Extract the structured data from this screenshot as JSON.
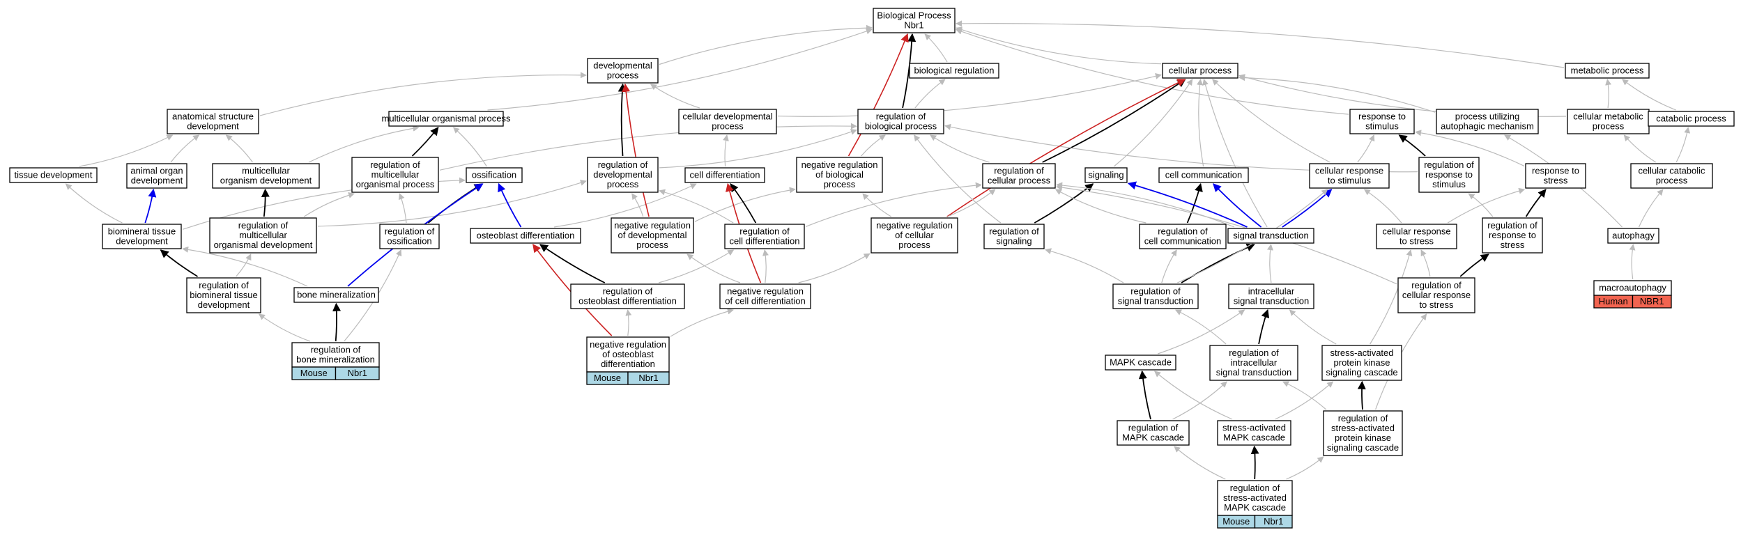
{
  "diagram": {
    "colors": {
      "is_a": "#bbbbbb",
      "part_of": "#000000",
      "regulates": "#000000",
      "positively_regulates": "#0000ee",
      "negatively_regulates": "#cc2222",
      "mouse_tag": "#add8e6",
      "human_tag": "#f26450"
    },
    "nodes": [
      {
        "id": "bp",
        "lines": [
          "Biological Process",
          "Nbr1"
        ]
      },
      {
        "id": "devproc",
        "lines": [
          "developmental",
          "process"
        ]
      },
      {
        "id": "bioreg",
        "lines": [
          "biological regulation"
        ]
      },
      {
        "id": "cellproc",
        "lines": [
          "cellular process"
        ]
      },
      {
        "id": "metab",
        "lines": [
          "metabolic process"
        ]
      },
      {
        "id": "anatdev",
        "lines": [
          "anatomical structure",
          "development"
        ]
      },
      {
        "id": "multiorg",
        "lines": [
          "multicellular organismal process"
        ]
      },
      {
        "id": "celldev",
        "lines": [
          "cellular developmental",
          "process"
        ]
      },
      {
        "id": "regbio",
        "lines": [
          "regulation of",
          "biological process"
        ]
      },
      {
        "id": "respstim",
        "lines": [
          "response to",
          "stimulus"
        ]
      },
      {
        "id": "autophmech",
        "lines": [
          "process utilizing",
          "autophagic mechanism"
        ]
      },
      {
        "id": "cellmetab",
        "lines": [
          "cellular metabolic",
          "process"
        ]
      },
      {
        "id": "catab",
        "lines": [
          "catabolic process"
        ]
      },
      {
        "id": "tissuedev",
        "lines": [
          "tissue development"
        ]
      },
      {
        "id": "animalorg",
        "lines": [
          "animal organ",
          "development"
        ]
      },
      {
        "id": "multiorgdev",
        "lines": [
          "multicellular",
          "organism development"
        ]
      },
      {
        "id": "regmultiproc",
        "lines": [
          "regulation of",
          "multicellular",
          "organismal process"
        ]
      },
      {
        "id": "ossif",
        "lines": [
          "ossification"
        ]
      },
      {
        "id": "regdev",
        "lines": [
          "regulation of",
          "developmental",
          "process"
        ]
      },
      {
        "id": "celldiff",
        "lines": [
          "cell differentiation"
        ]
      },
      {
        "id": "negregbio",
        "lines": [
          "negative regulation",
          "of biological",
          "process"
        ]
      },
      {
        "id": "regcell",
        "lines": [
          "regulation of",
          "cellular process"
        ]
      },
      {
        "id": "signaling",
        "lines": [
          "signaling"
        ]
      },
      {
        "id": "cellcomm",
        "lines": [
          "cell communication"
        ]
      },
      {
        "id": "cellrespstim",
        "lines": [
          "cellular response",
          "to stimulus"
        ]
      },
      {
        "id": "regrespstim",
        "lines": [
          "regulation of",
          "response to",
          "stimulus"
        ]
      },
      {
        "id": "respstress",
        "lines": [
          "response to",
          "stress"
        ]
      },
      {
        "id": "cellcatab",
        "lines": [
          "cellular catabolic",
          "process"
        ]
      },
      {
        "id": "biomin",
        "lines": [
          "biomineral tissue",
          "development"
        ]
      },
      {
        "id": "regmultidev",
        "lines": [
          "regulation of",
          "multicellular",
          "organismal development"
        ]
      },
      {
        "id": "regossif",
        "lines": [
          "regulation of",
          "ossification"
        ]
      },
      {
        "id": "osteodiff",
        "lines": [
          "osteoblast differentiation"
        ]
      },
      {
        "id": "negregdev",
        "lines": [
          "negative regulation",
          "of developmental",
          "process"
        ]
      },
      {
        "id": "regcelldiff",
        "lines": [
          "regulation of",
          "cell differentiation"
        ]
      },
      {
        "id": "negregcell",
        "lines": [
          "negative regulation",
          "of cellular",
          "process"
        ]
      },
      {
        "id": "regsig",
        "lines": [
          "regulation of",
          "signaling"
        ]
      },
      {
        "id": "regcellcomm",
        "lines": [
          "regulation of",
          "cell communication"
        ]
      },
      {
        "id": "sigtrans",
        "lines": [
          "signal transduction"
        ]
      },
      {
        "id": "cellrespstress",
        "lines": [
          "cellular response",
          "to stress"
        ]
      },
      {
        "id": "regrespstress",
        "lines": [
          "regulation of",
          "response to",
          "stress"
        ]
      },
      {
        "id": "autophagy",
        "lines": [
          "autophagy"
        ]
      },
      {
        "id": "regbiomin",
        "lines": [
          "regulation of",
          "biomineral tissue",
          "development"
        ]
      },
      {
        "id": "bonemin",
        "lines": [
          "bone mineralization"
        ]
      },
      {
        "id": "regosteodiff",
        "lines": [
          "regulation of",
          "osteoblast differentiation"
        ]
      },
      {
        "id": "negregcelldiff",
        "lines": [
          "negative regulation",
          "of cell differentiation"
        ]
      },
      {
        "id": "regsigtrans",
        "lines": [
          "regulation of",
          "signal transduction"
        ]
      },
      {
        "id": "intrasig",
        "lines": [
          "intracellular",
          "signal transduction"
        ]
      },
      {
        "id": "regcellrespstress",
        "lines": [
          "regulation of",
          "cellular response",
          "to stress"
        ]
      },
      {
        "id": "macroaut",
        "lines": [
          "macroautophagy"
        ],
        "tags": [
          {
            "label": "Human",
            "color": "#f26450"
          },
          {
            "label": "NBR1",
            "color": "#f26450"
          }
        ]
      },
      {
        "id": "regbonemin",
        "lines": [
          "regulation of",
          "bone mineralization"
        ],
        "tags": [
          {
            "label": "Mouse",
            "color": "#add8e6"
          },
          {
            "label": "Nbr1",
            "color": "#add8e6"
          }
        ]
      },
      {
        "id": "negregosteo",
        "lines": [
          "negative regulation",
          "of osteoblast",
          "differentiation"
        ],
        "tags": [
          {
            "label": "Mouse",
            "color": "#add8e6"
          },
          {
            "label": "Nbr1",
            "color": "#add8e6"
          }
        ]
      },
      {
        "id": "mapk",
        "lines": [
          "MAPK cascade"
        ]
      },
      {
        "id": "regintrasig",
        "lines": [
          "regulation of",
          "intracellular",
          "signal transduction"
        ]
      },
      {
        "id": "sapk",
        "lines": [
          "stress-activated",
          "protein kinase",
          "signaling cascade"
        ]
      },
      {
        "id": "regmapk",
        "lines": [
          "regulation of",
          "MAPK cascade"
        ]
      },
      {
        "id": "samapk",
        "lines": [
          "stress-activated",
          "MAPK cascade"
        ]
      },
      {
        "id": "regsapk",
        "lines": [
          "regulation of",
          "stress-activated",
          "protein kinase",
          "signaling cascade"
        ]
      },
      {
        "id": "regsamapk",
        "lines": [
          "regulation of",
          "stress-activated",
          "MAPK cascade"
        ],
        "tags": [
          {
            "label": "Mouse",
            "color": "#add8e6"
          },
          {
            "label": "Nbr1",
            "color": "#add8e6"
          }
        ]
      }
    ],
    "edges": [
      [
        "devproc",
        "bp",
        "is_a"
      ],
      [
        "bioreg",
        "bp",
        "is_a"
      ],
      [
        "cellproc",
        "bp",
        "is_a"
      ],
      [
        "metab",
        "bp",
        "is_a"
      ],
      [
        "anatdev",
        "devproc",
        "is_a"
      ],
      [
        "multiorg",
        "bp",
        "is_a"
      ],
      [
        "celldev",
        "devproc",
        "is_a"
      ],
      [
        "celldev",
        "cellproc",
        "is_a"
      ],
      [
        "regbio",
        "bioreg",
        "is_a"
      ],
      [
        "regbio",
        "bp",
        "regulates"
      ],
      [
        "respstim",
        "bp",
        "is_a"
      ],
      [
        "autophmech",
        "cellproc",
        "is_a"
      ],
      [
        "cellmetab",
        "cellproc",
        "is_a"
      ],
      [
        "cellmetab",
        "metab",
        "is_a"
      ],
      [
        "catab",
        "metab",
        "is_a"
      ],
      [
        "tissuedev",
        "anatdev",
        "is_a"
      ],
      [
        "animalorg",
        "anatdev",
        "is_a"
      ],
      [
        "multiorgdev",
        "anatdev",
        "is_a"
      ],
      [
        "multiorgdev",
        "multiorg",
        "is_a"
      ],
      [
        "regmultiproc",
        "multiorg",
        "regulates"
      ],
      [
        "regmultiproc",
        "regbio",
        "is_a"
      ],
      [
        "ossif",
        "multiorg",
        "is_a"
      ],
      [
        "regdev",
        "devproc",
        "regulates"
      ],
      [
        "regdev",
        "regbio",
        "is_a"
      ],
      [
        "celldiff",
        "celldev",
        "is_a"
      ],
      [
        "negregbio",
        "bp",
        "negatively_regulates"
      ],
      [
        "negregbio",
        "regbio",
        "is_a"
      ],
      [
        "regcell",
        "cellproc",
        "regulates"
      ],
      [
        "regcell",
        "regbio",
        "is_a"
      ],
      [
        "signaling",
        "cellproc",
        "is_a"
      ],
      [
        "cellcomm",
        "cellproc",
        "is_a"
      ],
      [
        "cellrespstim",
        "respstim",
        "is_a"
      ],
      [
        "cellrespstim",
        "cellproc",
        "is_a"
      ],
      [
        "regrespstim",
        "respstim",
        "regulates"
      ],
      [
        "regrespstim",
        "regbio",
        "is_a"
      ],
      [
        "respstress",
        "respstim",
        "is_a"
      ],
      [
        "cellcatab",
        "cellmetab",
        "is_a"
      ],
      [
        "cellcatab",
        "catab",
        "is_a"
      ],
      [
        "biomin",
        "tissuedev",
        "is_a"
      ],
      [
        "biomin",
        "animalorg",
        "positively_regulates"
      ],
      [
        "biomin",
        "ossif",
        "is_a"
      ],
      [
        "regmultidev",
        "multiorgdev",
        "regulates"
      ],
      [
        "regmultidev",
        "regmultiproc",
        "is_a"
      ],
      [
        "regmultidev",
        "regdev",
        "is_a"
      ],
      [
        "regossif",
        "ossif",
        "regulates"
      ],
      [
        "regossif",
        "regmultiproc",
        "is_a"
      ],
      [
        "osteodiff",
        "ossif",
        "positively_regulates"
      ],
      [
        "osteodiff",
        "celldiff",
        "is_a"
      ],
      [
        "negregdev",
        "devproc",
        "negatively_regulates"
      ],
      [
        "negregdev",
        "regdev",
        "is_a"
      ],
      [
        "negregdev",
        "negregbio",
        "is_a"
      ],
      [
        "regcelldiff",
        "celldiff",
        "regulates"
      ],
      [
        "regcelldiff",
        "regcell",
        "is_a"
      ],
      [
        "regcelldiff",
        "regdev",
        "is_a"
      ],
      [
        "negregcell",
        "cellproc",
        "negatively_regulates"
      ],
      [
        "negregcell",
        "regcell",
        "is_a"
      ],
      [
        "negregcell",
        "negregbio",
        "is_a"
      ],
      [
        "regsig",
        "signaling",
        "regulates"
      ],
      [
        "regsig",
        "regbio",
        "is_a"
      ],
      [
        "regcellcomm",
        "cellcomm",
        "regulates"
      ],
      [
        "regcellcomm",
        "regcell",
        "is_a"
      ],
      [
        "sigtrans",
        "signaling",
        "positively_regulates"
      ],
      [
        "sigtrans",
        "cellcomm",
        "positively_regulates"
      ],
      [
        "sigtrans",
        "cellrespstim",
        "positively_regulates"
      ],
      [
        "sigtrans",
        "cellproc",
        "is_a"
      ],
      [
        "sigtrans",
        "regcell",
        "is_a"
      ],
      [
        "cellrespstress",
        "respstress",
        "is_a"
      ],
      [
        "cellrespstress",
        "cellrespstim",
        "is_a"
      ],
      [
        "regrespstress",
        "respstress",
        "regulates"
      ],
      [
        "regrespstress",
        "regrespstim",
        "is_a"
      ],
      [
        "autophagy",
        "cellcatab",
        "is_a"
      ],
      [
        "autophagy",
        "autophmech",
        "is_a"
      ],
      [
        "regbiomin",
        "biomin",
        "regulates"
      ],
      [
        "regbiomin",
        "regmultidev",
        "is_a"
      ],
      [
        "bonemin",
        "ossif",
        "positively_regulates"
      ],
      [
        "bonemin",
        "biomin",
        "is_a"
      ],
      [
        "regosteodiff",
        "osteodiff",
        "regulates"
      ],
      [
        "regosteodiff",
        "regcelldiff",
        "is_a"
      ],
      [
        "negregcelldiff",
        "celldiff",
        "negatively_regulates"
      ],
      [
        "negregcelldiff",
        "regcelldiff",
        "is_a"
      ],
      [
        "negregcelldiff",
        "negregdev",
        "is_a"
      ],
      [
        "negregcelldiff",
        "negregcell",
        "is_a"
      ],
      [
        "regsigtrans",
        "sigtrans",
        "regulates"
      ],
      [
        "regsigtrans",
        "regsig",
        "is_a"
      ],
      [
        "regsigtrans",
        "regcellcomm",
        "is_a"
      ],
      [
        "regsigtrans",
        "cellrespstim",
        "is_a"
      ],
      [
        "intrasig",
        "sigtrans",
        "is_a"
      ],
      [
        "regcellrespstress",
        "cellrespstress",
        "is_a"
      ],
      [
        "regcellrespstress",
        "regrespstress",
        "regulates"
      ],
      [
        "regcellrespstress",
        "regcell",
        "is_a"
      ],
      [
        "macroaut",
        "autophagy",
        "is_a"
      ],
      [
        "regbonemin",
        "bonemin",
        "regulates"
      ],
      [
        "regbonemin",
        "regbiomin",
        "is_a"
      ],
      [
        "regbonemin",
        "regossif",
        "is_a"
      ],
      [
        "negregosteo",
        "osteodiff",
        "negatively_regulates"
      ],
      [
        "negregosteo",
        "regosteodiff",
        "is_a"
      ],
      [
        "negregosteo",
        "negregcelldiff",
        "is_a"
      ],
      [
        "mapk",
        "intrasig",
        "is_a"
      ],
      [
        "regintrasig",
        "intrasig",
        "regulates"
      ],
      [
        "regintrasig",
        "regsigtrans",
        "is_a"
      ],
      [
        "sapk",
        "intrasig",
        "is_a"
      ],
      [
        "sapk",
        "cellrespstress",
        "is_a"
      ],
      [
        "regmapk",
        "mapk",
        "regulates"
      ],
      [
        "regmapk",
        "regintrasig",
        "is_a"
      ],
      [
        "samapk",
        "mapk",
        "is_a"
      ],
      [
        "samapk",
        "sapk",
        "is_a"
      ],
      [
        "regsapk",
        "sapk",
        "regulates"
      ],
      [
        "regsapk",
        "regintrasig",
        "is_a"
      ],
      [
        "regsapk",
        "regcellrespstress",
        "is_a"
      ],
      [
        "regsamapk",
        "samapk",
        "regulates"
      ],
      [
        "regsamapk",
        "regmapk",
        "is_a"
      ],
      [
        "regsamapk",
        "regsapk",
        "is_a"
      ]
    ]
  }
}
